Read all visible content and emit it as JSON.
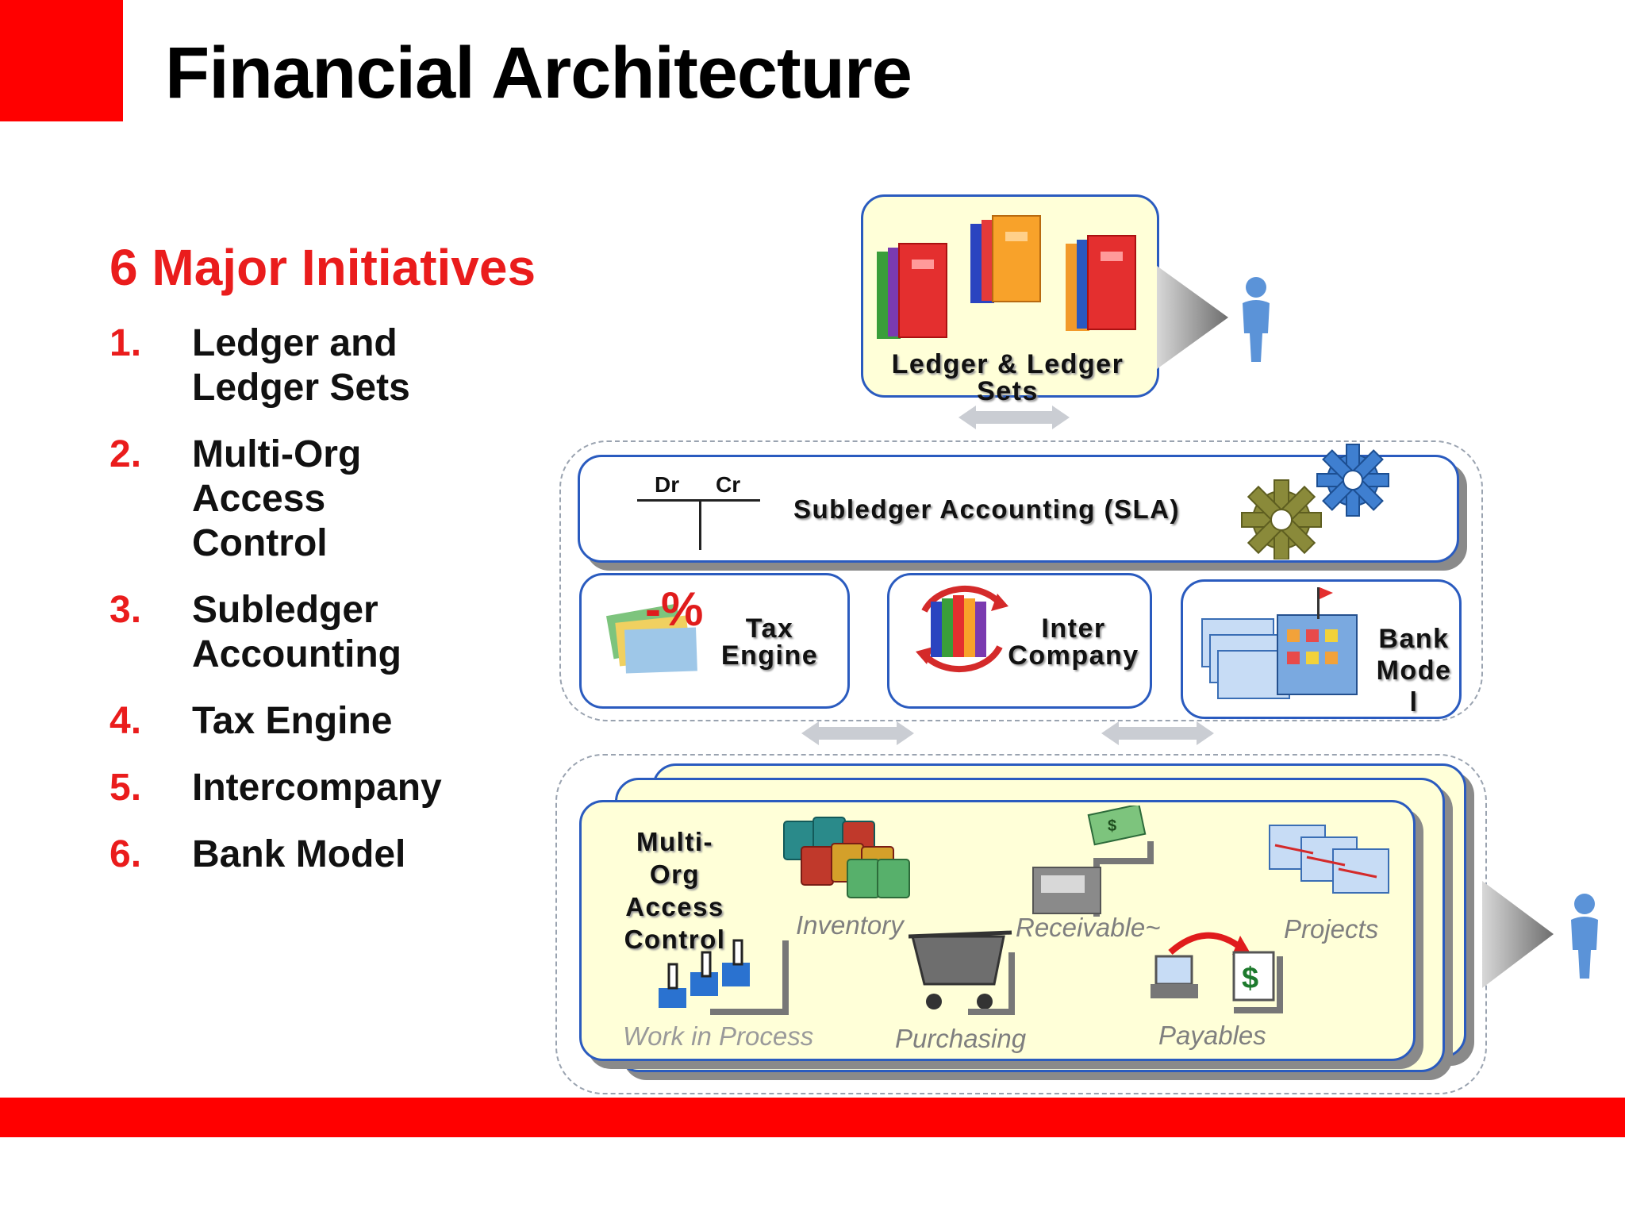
{
  "title": "Financial Architecture",
  "initiatives": {
    "heading": "6 Major Initiatives",
    "items": [
      {
        "num": "1.",
        "text": "Ledger and\nLedger Sets"
      },
      {
        "num": "2.",
        "text": "Multi-Org\nAccess\nControl"
      },
      {
        "num": "3.",
        "text": "Subledger\nAccounting"
      },
      {
        "num": "4.",
        "text": "Tax Engine"
      },
      {
        "num": "5.",
        "text": "Intercompany"
      },
      {
        "num": "6.",
        "text": "Bank Model"
      }
    ]
  },
  "diagram": {
    "ledger": "Ledger & Ledger\nSets",
    "sla": {
      "title": "Subledger Accounting (SLA)",
      "dr": "Dr",
      "cr": "Cr"
    },
    "tax": "Tax\nEngine",
    "intercompany": "Inter\nCompany",
    "bank": "Bank\nMode\nl",
    "moac": "Multi-\nOrg\nAccess\nControl",
    "modules": {
      "inventory": "Inventory",
      "receivables": "Receivable~",
      "projects": "Projects",
      "wip": "Work in Process",
      "purchasing": "Purchasing",
      "payables": "Payables"
    }
  },
  "colors": {
    "brand_red": "#ff0000",
    "accent_red": "#ea1c1c",
    "panel_border": "#2a5bbf",
    "panel_yellow": "#ffffd8"
  }
}
